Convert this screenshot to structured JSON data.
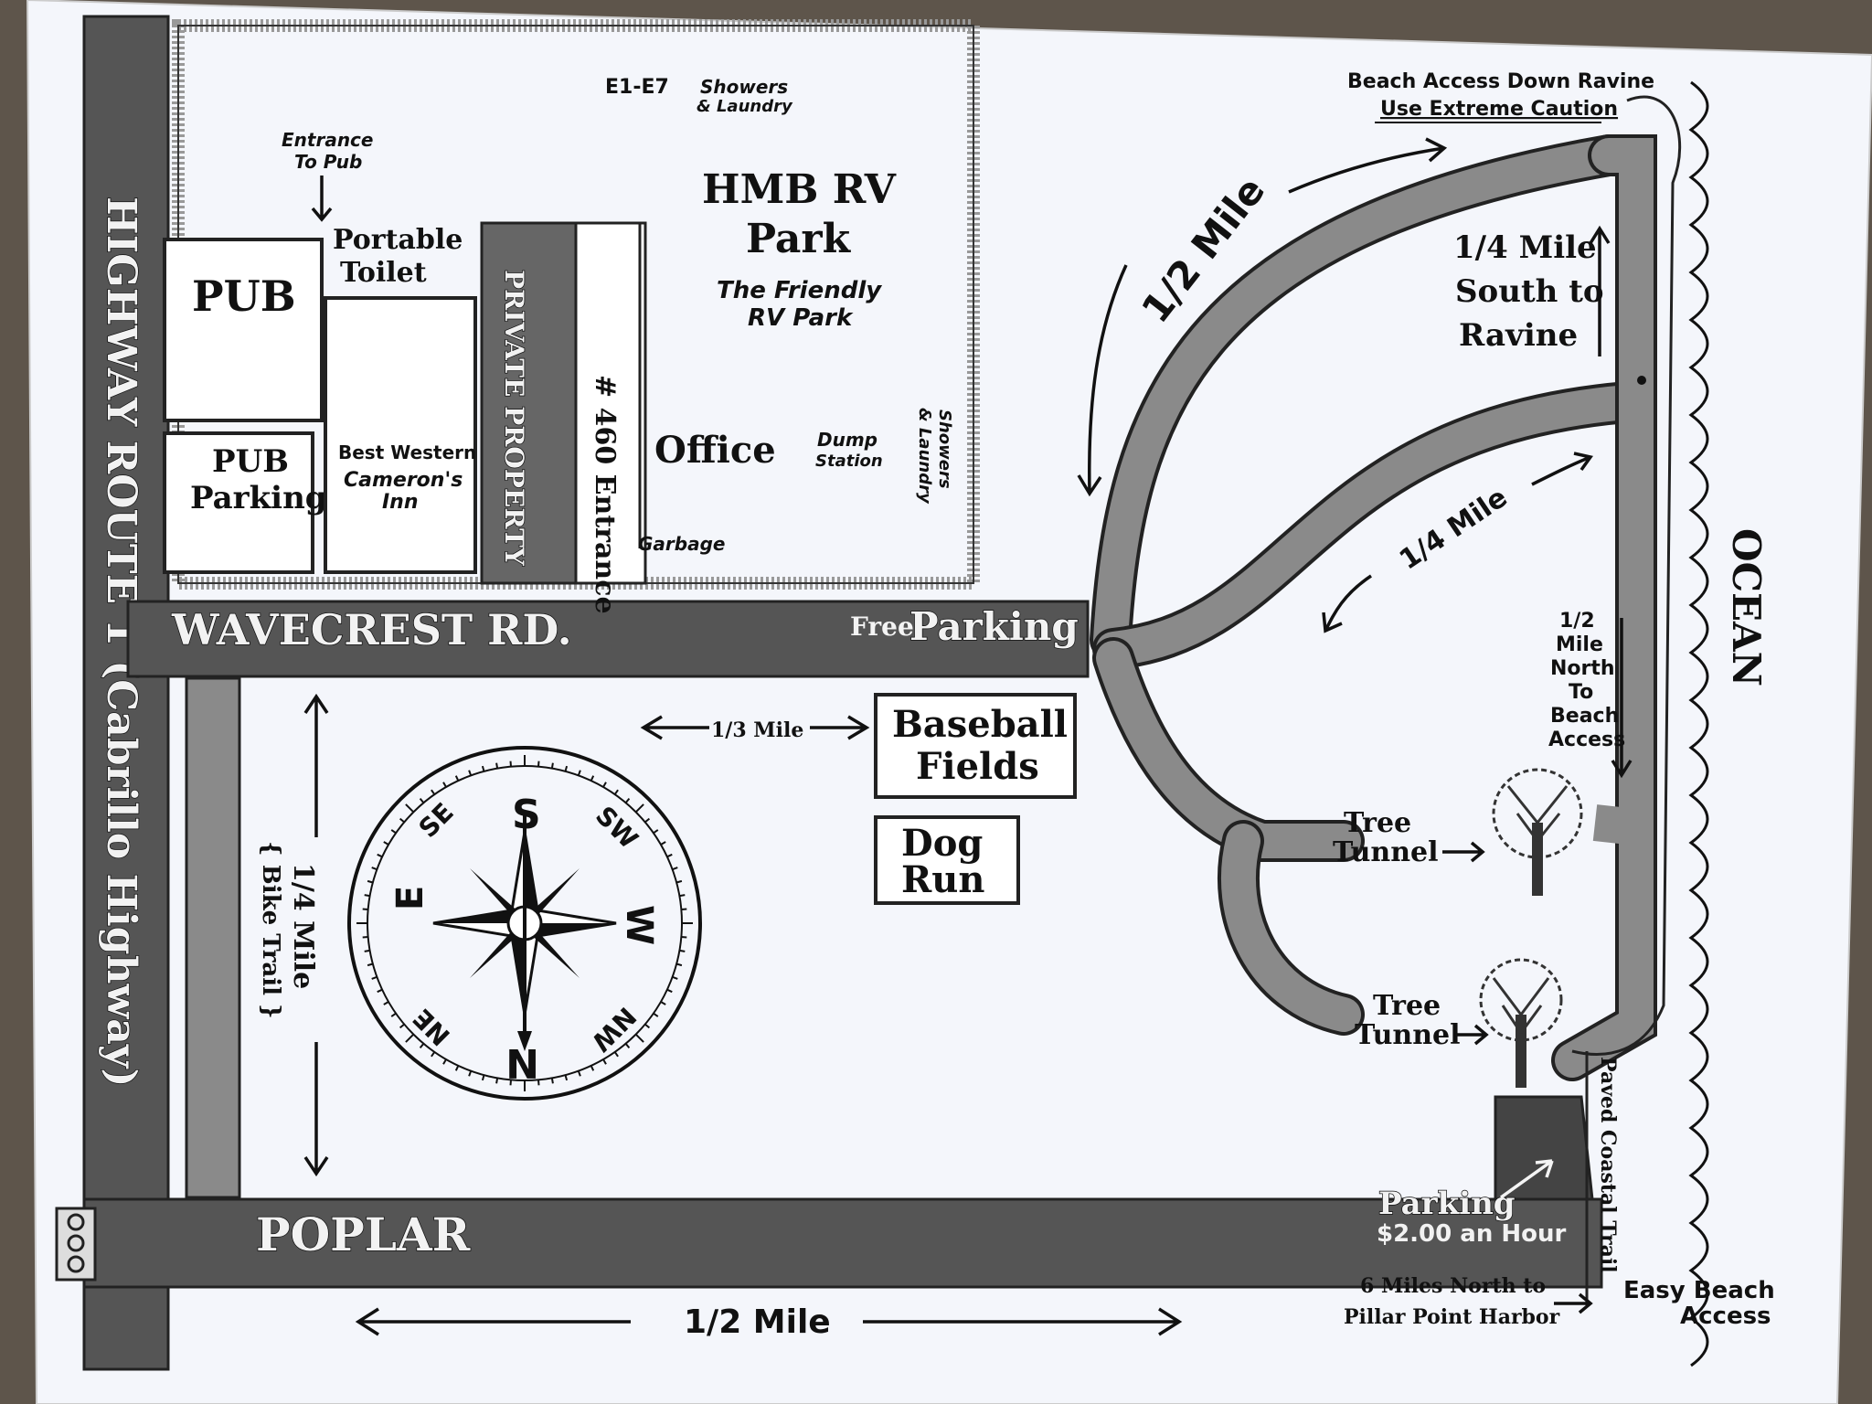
{
  "park": {
    "name_line1": "HMB RV",
    "name_line2": "Park",
    "tagline_line1": "The Friendly",
    "tagline_line2": "RV Park",
    "sites": "E1-E7",
    "showers_top_line1": "Showers",
    "showers_top_line2": "& Laundry",
    "office": "Office",
    "dump_line1": "Dump",
    "dump_line2": "Station",
    "showers_side_line1": "Showers",
    "showers_side_line2": "& Laundry",
    "entrance": "# 460 Entrance",
    "garbage": "Garbage",
    "private_property": "PRIVATE PROPERTY"
  },
  "west_block": {
    "entrance_pub_line1": "Entrance",
    "entrance_pub_line2": "To Pub",
    "pub": "PUB",
    "portable_toilet_line1": "Portable",
    "portable_toilet_line2": "Toilet",
    "pub_parking_line1": "PUB",
    "pub_parking_line2": "Parking",
    "best_western": "Best Western",
    "camerons_line1": "Cameron's",
    "camerons_line2": "Inn"
  },
  "roads": {
    "highway": "HIGHWAY ROUTE 1 (Cabrillo Highway)",
    "wavecrest": "WAVECREST RD.",
    "poplar": "POPLAR"
  },
  "parking": {
    "free_prefix": "Free",
    "free_word": "Parking",
    "paid_line1": "Parking",
    "paid_line2": "$2.00 an Hour"
  },
  "trails": {
    "beach_access_line1": "Beach Access Down Ravine",
    "beach_access_line2": "Use Extreme Caution",
    "half_mile_arc": "1/2 Mile",
    "quarter_mile_trail": "1/4 Mile",
    "quarter_south_line1": "1/4 Mile",
    "quarter_south_line2": "South to",
    "quarter_south_line3": "Ravine",
    "half_north_line1": "1/2",
    "half_north_line2": "Mile",
    "half_north_line3": "North",
    "half_north_line4": "To",
    "half_north_line5": "Beach",
    "half_north_line6": "Access",
    "tree_tunnel_1_line1": "Tree",
    "tree_tunnel_1_line2": "Tunnel",
    "tree_tunnel_2_line1": "Tree",
    "tree_tunnel_2_line2": "Tunnel",
    "paved_coastal": "Paved Coastal Trail",
    "easy_beach_line1": "Easy Beach",
    "easy_beach_line2": "Access",
    "pillar_point_line1": "6 Miles North to",
    "pillar_point_line2": "Pillar Point Harbor"
  },
  "facilities": {
    "baseball_line1": "Baseball",
    "baseball_line2": "Fields",
    "dog_run_line1": "Dog",
    "dog_run_line2": "Run",
    "third_mile": "1/3 Mile"
  },
  "bike_trail": {
    "line1": "1/4 Mile",
    "line2": "{ Bike Trail }"
  },
  "distance_bottom": "1/2 Mile",
  "ocean": "OCEAN",
  "compass": {
    "N": "N",
    "S": "S",
    "E": "E",
    "W": "W",
    "NE": "NE",
    "NW": "NW",
    "SE": "SE",
    "SW": "SW"
  },
  "colors": {
    "paper": "#f4f6fb",
    "road": "#555555",
    "trail": "#8a8a8a",
    "ink": "#111111",
    "table": "#5a5148"
  }
}
